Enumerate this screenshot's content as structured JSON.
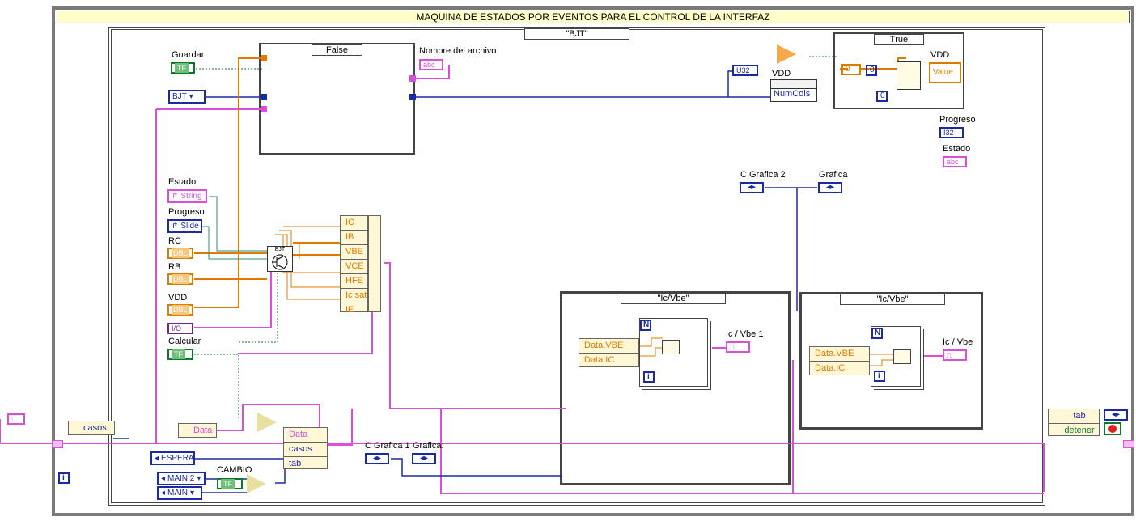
{
  "title": "MAQUINA DE ESTADOS POR EVENTOS PARA EL CONTROL DE LA INTERFAZ",
  "case_selector_main": "\"BJT\"",
  "case_false": "False",
  "case_true": "True",
  "case_icvbe_1": "\"Ic/Vbe\"",
  "case_icvbe_2": "\"Ic/Vbe\"",
  "controls": {
    "guardar": "Guardar",
    "bjt": "BJT",
    "estado": "Estado",
    "estado_prop": "String",
    "progreso": "Progreso",
    "progreso_prop": "Slide",
    "rc": "RC",
    "rb": "RB",
    "vdd": "VDD",
    "calcular": "Calcular",
    "nombre_archivo": "Nombre del archivo",
    "vdd_prop": "VDD",
    "numcols": "NumCols",
    "vdd_value_label": "VDD",
    "value": "Value",
    "progreso_ind": "Progreso",
    "estado_ind": "Estado",
    "c_grafica_2": "C Grafica 2",
    "grafica": "Grafica",
    "c_grafica_1": "C Grafica 1",
    "grafica_colon": "Grafica:",
    "icvbe1": "Ic / Vbe 1",
    "icvbe": "Ic / Vbe",
    "casos": "casos",
    "data": "Data",
    "espera": "ESPERA",
    "main2": "MAIN 2",
    "main": "MAIN",
    "cambio": "CAMBIO",
    "tab": "tab",
    "detener": "detener",
    "u32": "U32",
    "i32": "I32",
    "abc": "abc",
    "dbl": "DBL",
    "tf": "TF",
    "io": "I/O",
    "zero": "0"
  },
  "cluster_outputs": [
    "IC",
    "IB",
    "VBE",
    "VCE",
    "HFE",
    "Ic sat",
    "IE"
  ],
  "bundle_inputs": [
    "Data",
    "casos",
    "tab"
  ],
  "data_fields_1": [
    "Data.VBE",
    "Data.IC"
  ],
  "data_fields_2": [
    "Data.VBE",
    "Data.IC"
  ],
  "bjt_icon_label": "BJT",
  "n_label": "N",
  "i_label": "i"
}
